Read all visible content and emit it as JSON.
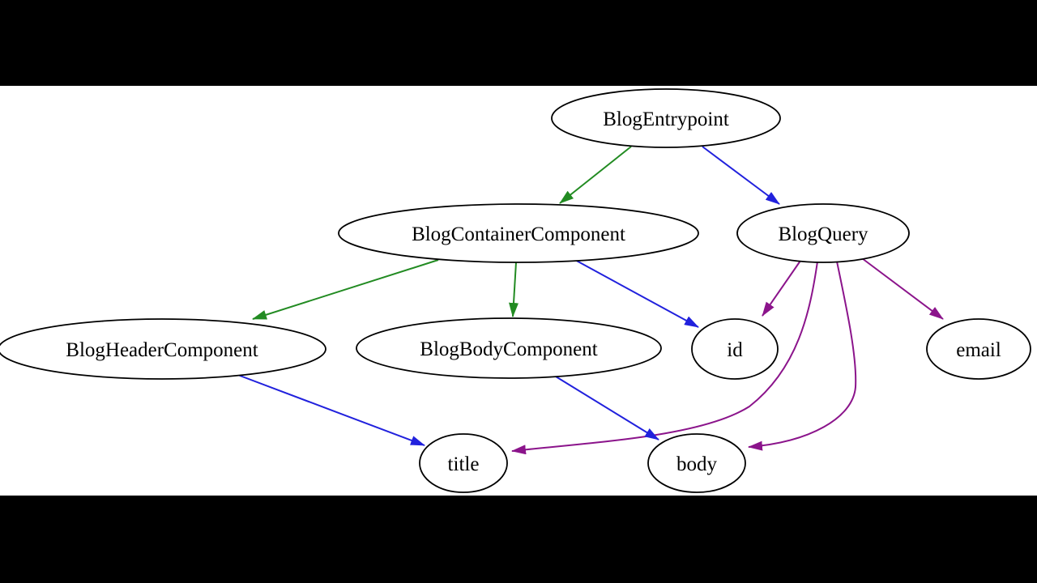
{
  "scene": {
    "description": "Graphviz-style dependency graph of Angular blog components and GraphQL query fields, shown on a white canvas with black letterbox bars above and below"
  },
  "diagram": {
    "nodes": [
      {
        "label": "BlogEntrypoint"
      },
      {
        "label": "BlogContainerComponent"
      },
      {
        "label": "BlogQuery"
      },
      {
        "label": "BlogHeaderComponent"
      },
      {
        "label": "BlogBodyComponent"
      },
      {
        "label": "id"
      },
      {
        "label": "email"
      },
      {
        "label": "title"
      },
      {
        "label": "body"
      }
    ],
    "edges": [
      {
        "from": "BlogEntrypoint",
        "to": "BlogContainerComponent",
        "color_name": "green"
      },
      {
        "from": "BlogEntrypoint",
        "to": "BlogQuery",
        "color_name": "blue"
      },
      {
        "from": "BlogContainerComponent",
        "to": "BlogHeaderComponent",
        "color_name": "green"
      },
      {
        "from": "BlogContainerComponent",
        "to": "BlogBodyComponent",
        "color_name": "green"
      },
      {
        "from": "BlogContainerComponent",
        "to": "id",
        "color_name": "blue"
      },
      {
        "from": "BlogQuery",
        "to": "id",
        "color_name": "purple"
      },
      {
        "from": "BlogQuery",
        "to": "email",
        "color_name": "purple"
      },
      {
        "from": "BlogQuery",
        "to": "title",
        "color_name": "purple"
      },
      {
        "from": "BlogQuery",
        "to": "body",
        "color_name": "purple"
      },
      {
        "from": "BlogHeaderComponent",
        "to": "title",
        "color_name": "blue"
      },
      {
        "from": "BlogBodyComponent",
        "to": "body",
        "color_name": "blue"
      }
    ],
    "colors": {
      "green": "#228b22",
      "blue": "#2121dd",
      "purple": "#8b148b",
      "node_fill": "#ffffff",
      "node_stroke": "#000000",
      "text": "#000000",
      "canvas": "#ffffff",
      "letterbox": "#000000"
    }
  }
}
